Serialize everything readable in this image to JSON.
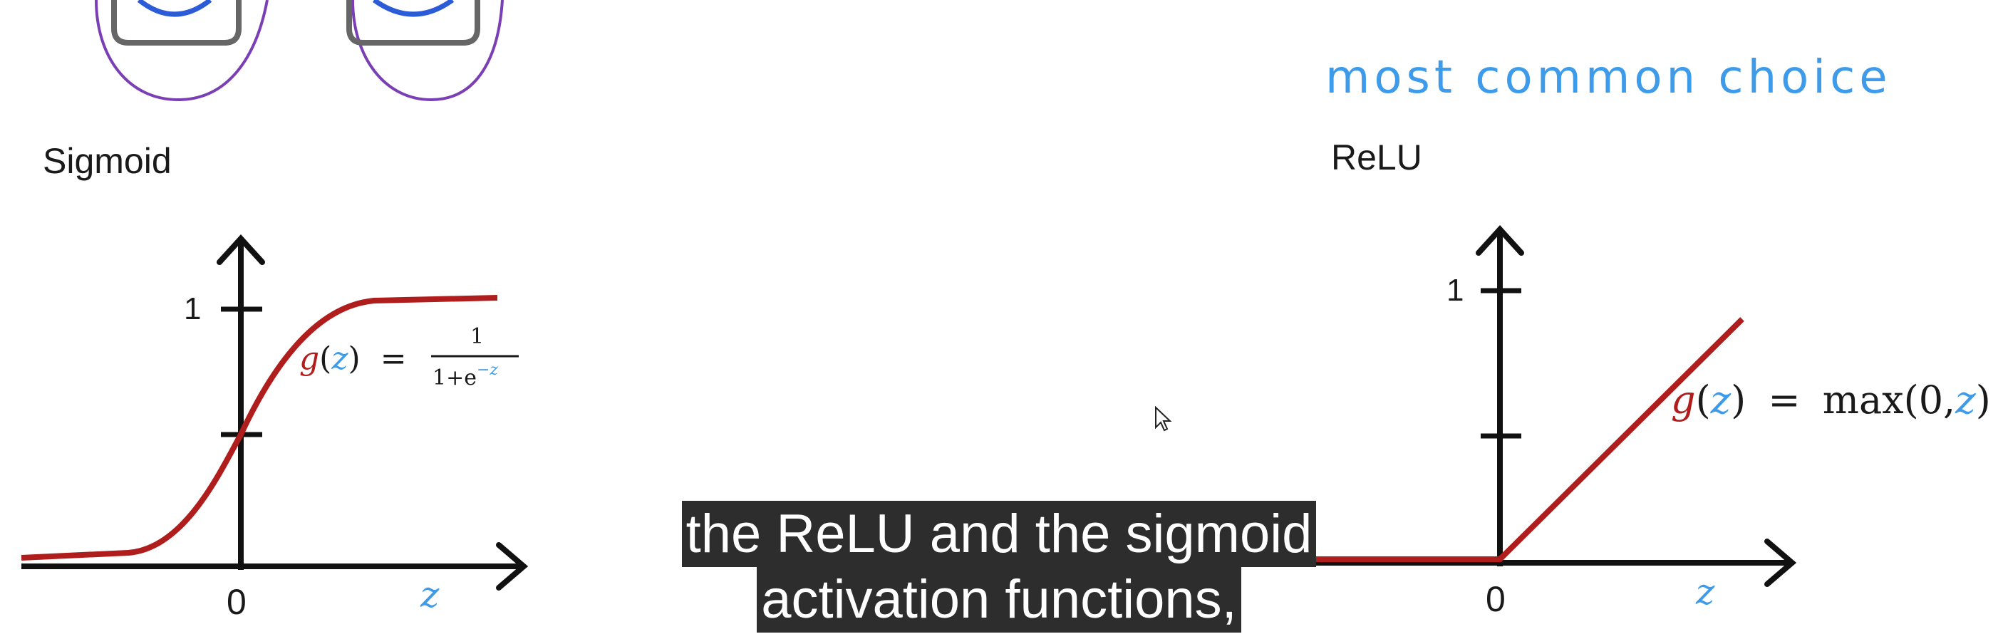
{
  "left_panel": {
    "title": "Sigmoid",
    "y_tick_label": "1",
    "x_tick_label": "0",
    "x_axis_label": "z",
    "formula": {
      "g": "g",
      "open": "(",
      "z": "z",
      "close": ")",
      "eq": "=",
      "numerator": "1",
      "denominator": "1+e",
      "exponent": "−z"
    }
  },
  "right_panel": {
    "title": "ReLU",
    "note": "most common choice",
    "y_tick_label": "1",
    "x_tick_label": "0",
    "x_axis_label": "z",
    "formula": {
      "g": "g",
      "open": "(",
      "z": "z",
      "close": ")",
      "eq": "=",
      "rhs_start": "max(0,",
      "rhs_z": "z",
      "rhs_end": ")"
    }
  },
  "subtitle": {
    "line1": "the ReLU and the sigmoid",
    "line2": "activation functions,"
  },
  "colors": {
    "curve": "#b01d1d",
    "axis": "#111111",
    "note": "#3d9be9",
    "z_var": "#3d9be9",
    "icon_purple": "#7b3fb5",
    "icon_gray": "#666666",
    "icon_blue": "#2b5bd6"
  }
}
